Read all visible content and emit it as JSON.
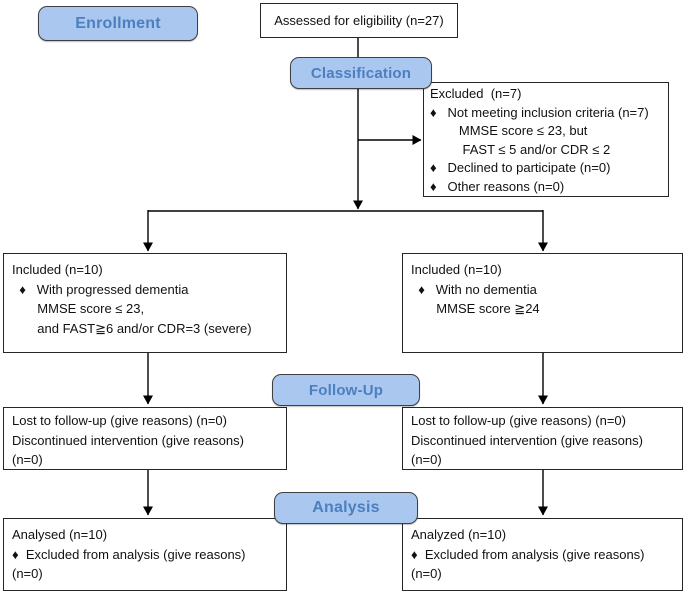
{
  "stages": {
    "enrollment": "Enrollment",
    "classification": "Classification",
    "follow_up": "Follow-Up",
    "analysis": "Analysis"
  },
  "boxes": {
    "assessed": {
      "text": "Assessed for eligibility (n=27)"
    },
    "excluded": {
      "lines": [
        "Excluded  (n=7)",
        "♦   Not meeting inclusion criteria (n=7)",
        "        MMSE score ≤ 23, but",
        "         FAST ≤ 5 and/or CDR ≤ 2",
        "♦   Declined to participate (n=0)",
        "♦   Other reasons (n=0)"
      ]
    },
    "included_left": {
      "lines": [
        "Included (n=10)",
        "  ♦   With progressed dementia",
        "       MMSE score ≤ 23,",
        "       and FAST≧6 and/or CDR=3 (severe)"
      ]
    },
    "included_right": {
      "lines": [
        "Included (n=10)",
        "  ♦   With no dementia",
        "       MMSE score ≧24"
      ]
    },
    "lost_left": {
      "lines": [
        "Lost to follow-up (give reasons) (n=0)",
        "Discontinued intervention (give reasons)",
        "(n=0)"
      ]
    },
    "lost_right": {
      "lines": [
        "Lost to follow-up (give reasons) (n=0)",
        "Discontinued intervention (give reasons)",
        "(n=0)"
      ]
    },
    "analysed_left": {
      "lines": [
        "Analysed (n=10)",
        "♦  Excluded from analysis (give reasons)",
        "(n=0)"
      ]
    },
    "analysed_right": {
      "lines": [
        "Analyzed (n=10)",
        "♦  Excluded from analysis (give reasons)",
        "(n=0)"
      ]
    }
  },
  "colors": {
    "stage_fill": "#aac7f0",
    "stage_text": "#4c7fc0",
    "stage_border": "#3f3f3f",
    "box_border": "#262626",
    "line": "#000000",
    "background": "#ffffff"
  }
}
